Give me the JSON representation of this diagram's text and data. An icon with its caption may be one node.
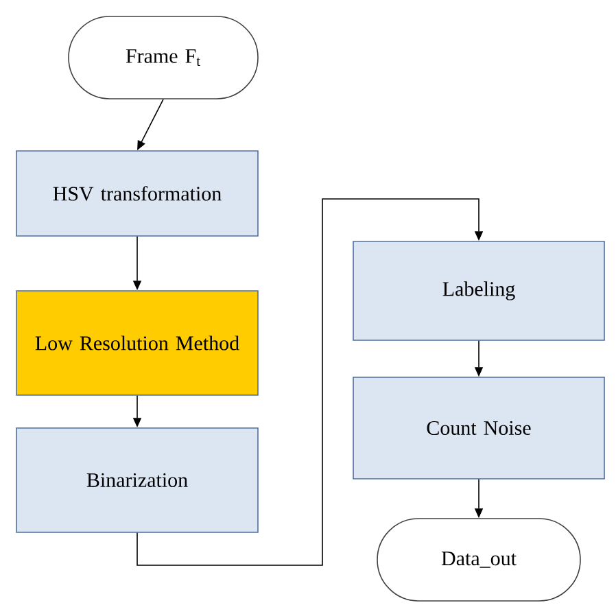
{
  "diagram": {
    "nodes": [
      {
        "text": [
          "Frame F$_{t}$"
        ]
      },
      {
        "text": [
          "HSV transformation"
        ]
      },
      {
        "text": [
          "Low Resolution Method"
        ]
      },
      {
        "text": [
          "Binarization"
        ]
      },
      {
        "text": [
          "Labeling"
        ]
      },
      {
        "text": [
          "Count Noise"
        ]
      },
      {
        "text": [
          "Data_out"
        ]
      }
    ],
    "edges": [
      {
        "from": 0,
        "to": 1,
        "arrow": "to"
      },
      {
        "from": 1,
        "to": 2,
        "arrow": "to"
      },
      {
        "from": 2,
        "to": 3,
        "arrow": "to"
      },
      {
        "from": 3,
        "to": 4,
        "arrow": "to"
      },
      {
        "from": 4,
        "to": 5,
        "arrow": "to"
      },
      {
        "from": 5,
        "to": 6,
        "arrow": "to"
      }
    ]
  }
}
